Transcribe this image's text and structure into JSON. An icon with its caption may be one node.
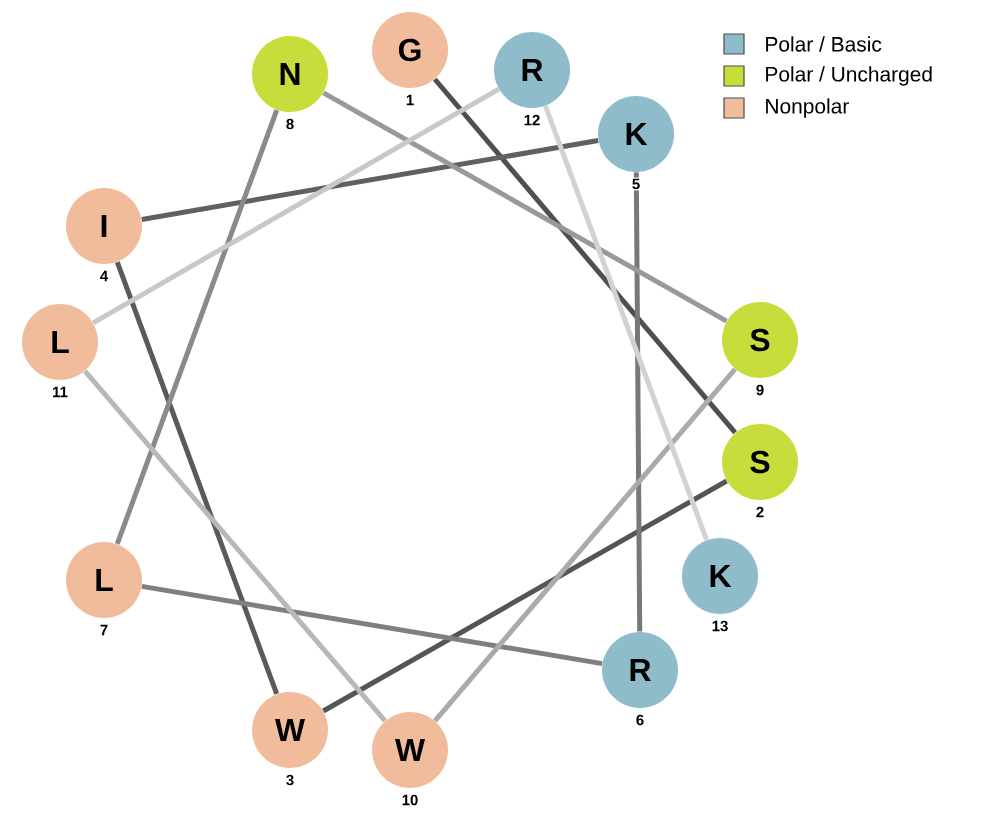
{
  "diagram": {
    "nodes": [
      {
        "text": [
          "G"
        ],
        "beside": [
          "1"
        ]
      },
      {
        "text": [
          "S"
        ],
        "beside": [
          "2"
        ]
      },
      {
        "text": [
          "W"
        ],
        "beside": [
          "3"
        ]
      },
      {
        "text": [
          "I"
        ],
        "beside": [
          "4"
        ]
      },
      {
        "text": [
          "K"
        ],
        "beside": [
          "5"
        ]
      },
      {
        "text": [
          "R"
        ],
        "beside": [
          "6"
        ]
      },
      {
        "text": [
          "L"
        ],
        "beside": [
          "7"
        ]
      },
      {
        "text": [
          "N"
        ],
        "beside": [
          "8"
        ]
      },
      {
        "text": [
          "S"
        ],
        "beside": [
          "9"
        ]
      },
      {
        "text": [
          "W"
        ],
        "beside": [
          "10"
        ]
      },
      {
        "text": [
          "L"
        ],
        "beside": [
          "11"
        ]
      },
      {
        "text": [
          "R"
        ],
        "beside": [
          "12"
        ]
      },
      {
        "text": [
          "K"
        ],
        "beside": [
          "13"
        ]
      }
    ],
    "edges": [
      {
        "from": 0,
        "to": 1,
        "arrow": "none",
        "color": "#4f4f4f"
      },
      {
        "from": 1,
        "to": 2,
        "arrow": "none",
        "color": "#555555"
      },
      {
        "from": 2,
        "to": 3,
        "arrow": "none",
        "color": "#5a5a5a"
      },
      {
        "from": 3,
        "to": 4,
        "arrow": "none",
        "color": "#606060"
      },
      {
        "from": 4,
        "to": 5,
        "arrow": "none",
        "color": "#787878"
      },
      {
        "from": 5,
        "to": 6,
        "arrow": "none",
        "color": "#7f7f7f"
      },
      {
        "from": 6,
        "to": 7,
        "arrow": "none",
        "color": "#8a8a8a"
      },
      {
        "from": 7,
        "to": 8,
        "arrow": "none",
        "color": "#999999"
      },
      {
        "from": 8,
        "to": 9,
        "arrow": "none",
        "color": "#aaaaaa"
      },
      {
        "from": 9,
        "to": 10,
        "arrow": "none",
        "color": "#b8b8b8"
      },
      {
        "from": 10,
        "to": 11,
        "arrow": "none",
        "color": "#c8c8c8"
      },
      {
        "from": 11,
        "to": 12,
        "arrow": "none",
        "color": "#d2d2d2"
      }
    ],
    "legend": [
      {
        "text": "Polar / Basic",
        "color": "#8fbccb"
      },
      {
        "text": "Polar / Uncharged",
        "color": "#c8dc3c"
      },
      {
        "text": "Nonpolar",
        "color": "#f0bc9c"
      }
    ]
  }
}
